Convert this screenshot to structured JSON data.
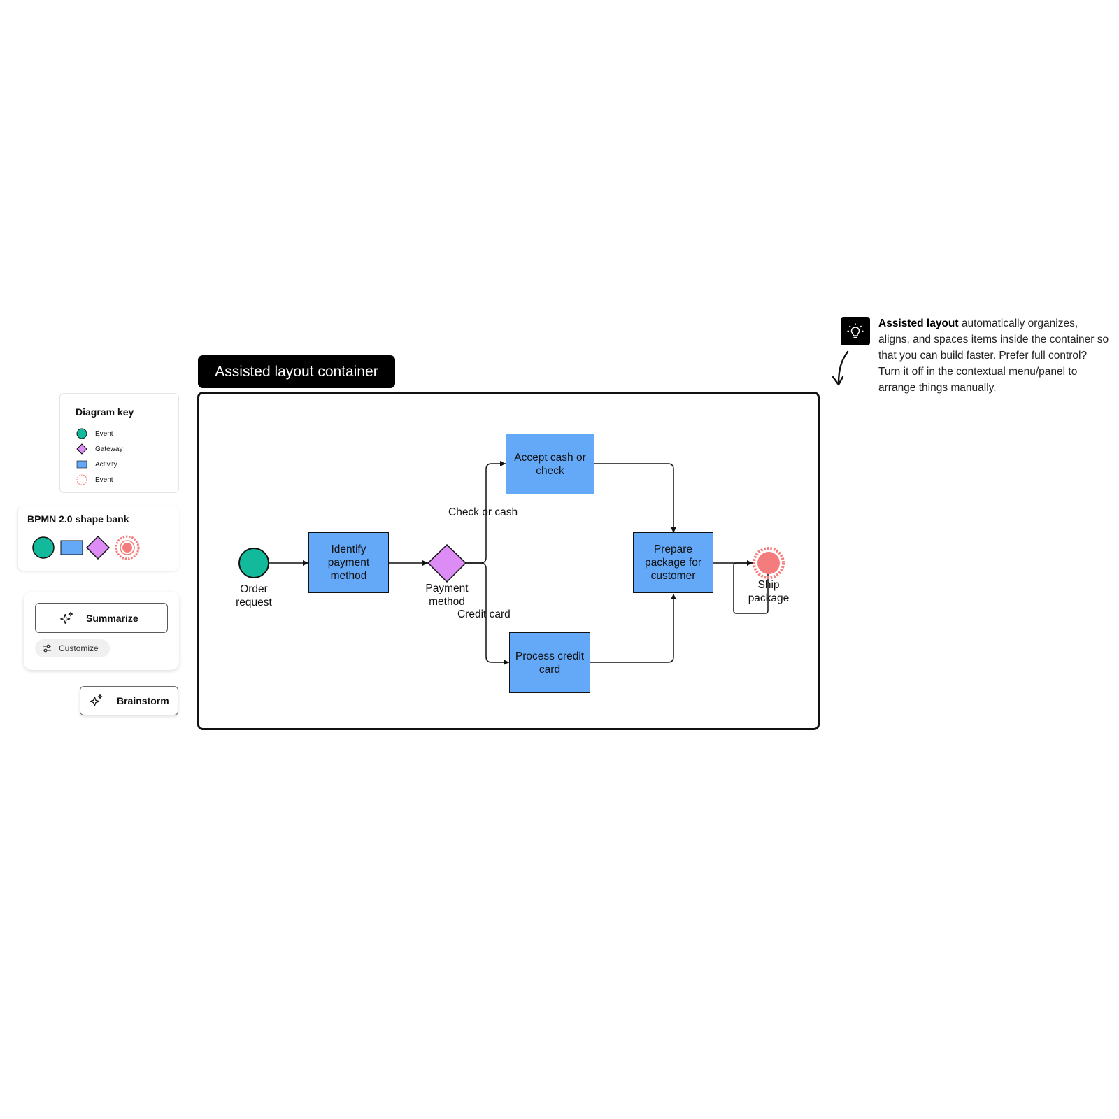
{
  "diagram_key": {
    "title": "Diagram key",
    "items": [
      {
        "label": "Event",
        "shape": "circle",
        "color": "#12b99a"
      },
      {
        "label": "Gateway",
        "shape": "diamond",
        "color": "#dd8cf5"
      },
      {
        "label": "Activity",
        "shape": "rectangle",
        "color": "#64a8f8"
      },
      {
        "label": "Event",
        "shape": "dashed-circle",
        "color": "#f57c7c"
      }
    ]
  },
  "shape_bank": {
    "title": "BPMN 2.0 shape bank"
  },
  "ai_actions": {
    "summarize_label": "Summarize",
    "customize_label": "Customize",
    "brainstorm_label": "Brainstorm"
  },
  "container": {
    "label": "Assisted layout container"
  },
  "diagram": {
    "start_event_label": "Order request",
    "activity_identify": "Identify payment method",
    "gateway_label": "Payment method",
    "edge_check_cash": "Check or cash",
    "edge_credit_card": "Credit card",
    "activity_accept": "Accept cash or check",
    "activity_process": "Process credit card",
    "activity_prepare": "Prepare package for customer",
    "end_event_label": "Ship package"
  },
  "tip": {
    "bold": "Assisted layout",
    "text": " automatically organizes, aligns, and spaces items inside the container so that you can build faster. Prefer full control? Turn it off in the contextual menu/panel to arrange things manually."
  },
  "colors": {
    "event_start": "#12b99a",
    "gateway": "#dd8cf5",
    "activity": "#64a8f8",
    "event_end": "#f57c7c"
  }
}
